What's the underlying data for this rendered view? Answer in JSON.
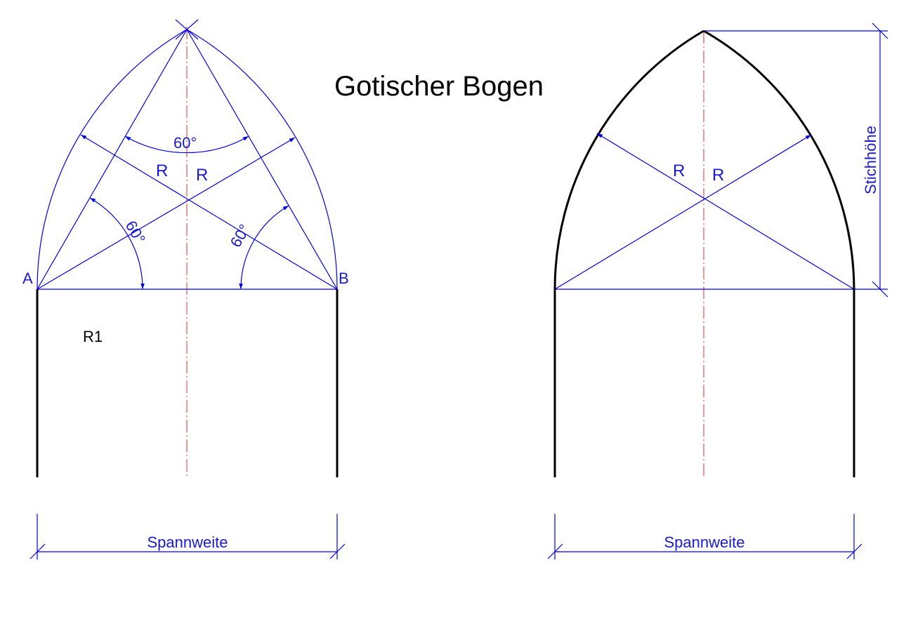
{
  "title": "Gotischer Bogen",
  "left": {
    "point_a": "A",
    "point_b": "B",
    "apex_angle": "60°",
    "left_angle": "60°",
    "right_angle": "60°",
    "radius_left": "R",
    "radius_right": "R",
    "region_label": "R1",
    "span_label": "Spannweite"
  },
  "right": {
    "radius_left": "R",
    "radius_right": "R",
    "span_label": "Spannweite",
    "rise_label": "Stichhöhe"
  },
  "colors": {
    "construction": "#0000e6",
    "centerline": "#e03030",
    "outline": "#000000"
  }
}
